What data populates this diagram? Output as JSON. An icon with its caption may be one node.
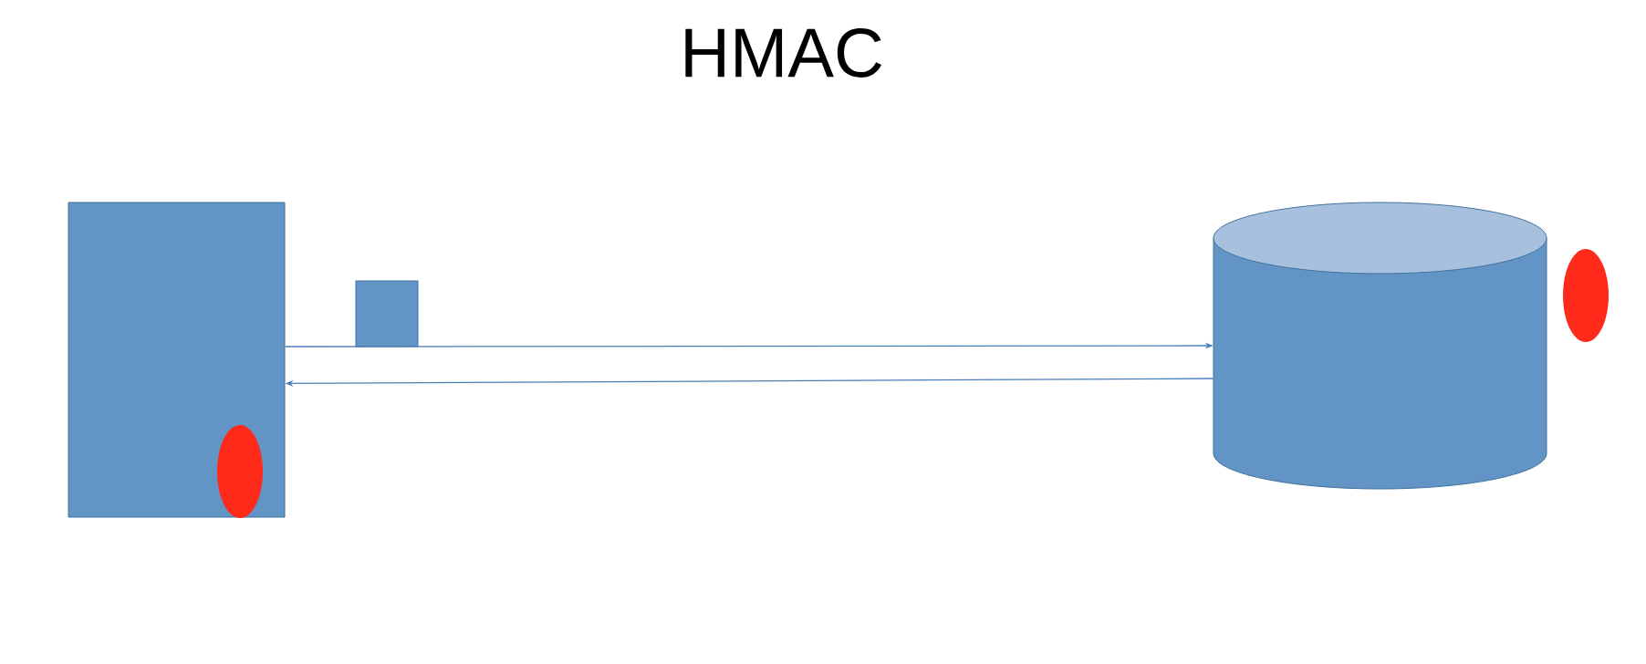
{
  "diagram": {
    "title": "HMAC",
    "nodes": [
      {
        "text": [],
        "shape": "box"
      },
      {
        "text": [],
        "shape": "circle",
        "in": 0
      },
      {
        "text": [],
        "shape": "box"
      },
      {
        "text": [],
        "shape": "cylinder"
      },
      {
        "text": [],
        "shape": "circle"
      }
    ],
    "edges": [
      {
        "from": 0,
        "to": 3,
        "arrow": "to"
      },
      {
        "from": 3,
        "to": 0,
        "arrow": "to"
      }
    ]
  }
}
